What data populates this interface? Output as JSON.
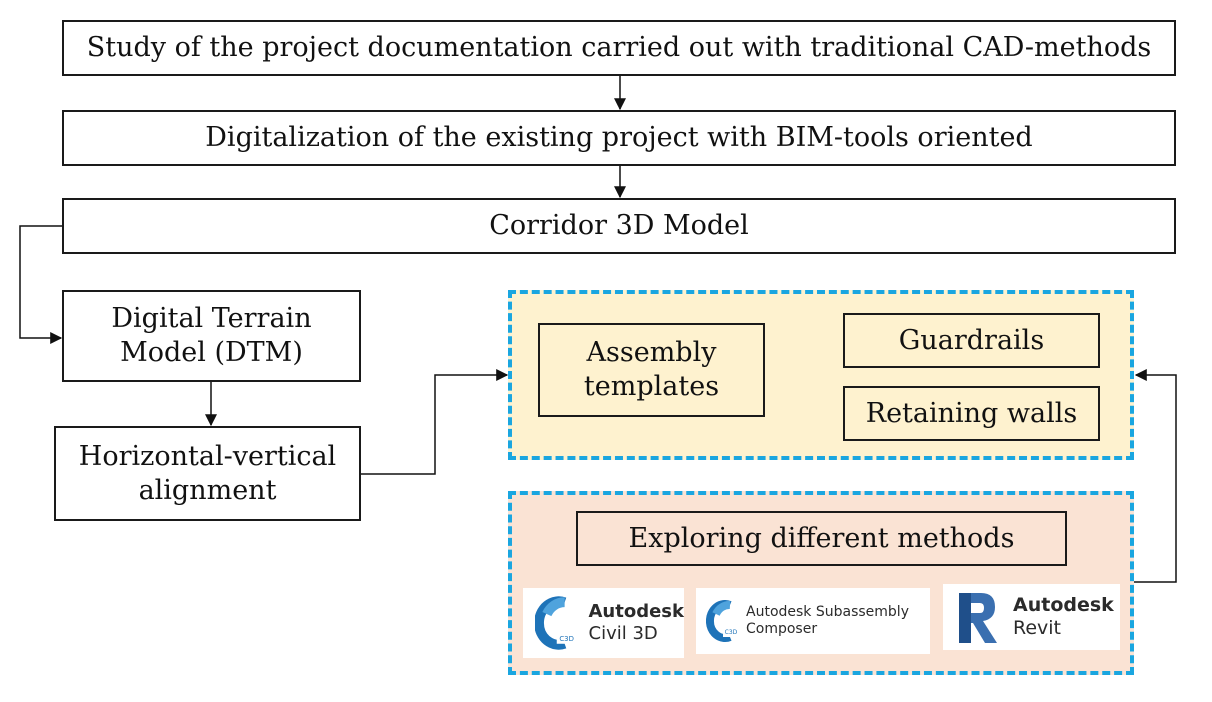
{
  "steps": {
    "study": "Study of the project documentation carried out with traditional CAD-methods",
    "digitalization": "Digitalization of the existing project with BIM-tools oriented",
    "corridor": "Corridor 3D Model",
    "dtm": "Digital Terrain Model (DTM)",
    "alignment": "Horizontal-vertical alignment"
  },
  "assembly": {
    "templates": "Assembly templates",
    "guardrails": "Guardrails",
    "retaining_walls": "Retaining walls"
  },
  "methods": {
    "title": "Exploring different methods",
    "tools": [
      {
        "brand": "Autodesk",
        "product": "Civil 3D",
        "badge": "C3D",
        "icon": "civil-3d-icon"
      },
      {
        "brand": "Autodesk Subassembly",
        "product": "Composer",
        "badge": "C3D",
        "icon": "subassembly-composer-icon"
      },
      {
        "brand": "Autodesk",
        "product": "Revit",
        "badge": "",
        "icon": "revit-icon"
      }
    ]
  },
  "colors": {
    "assembly_zone": "#fef2cf",
    "methods_zone": "#fae3d4",
    "zone_border": "#1aa6e0",
    "civil_icon": "#1e73b8",
    "revit_icon": "#3a6fb0"
  }
}
